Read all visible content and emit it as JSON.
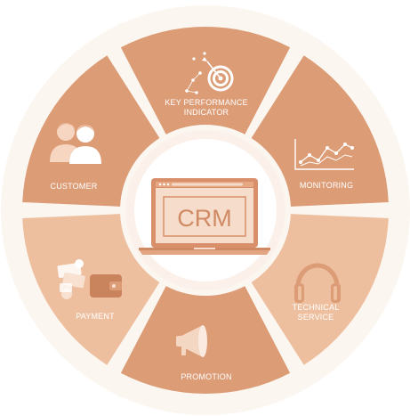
{
  "center": {
    "label": "CRM"
  },
  "segments": [
    {
      "id": "kpi",
      "lines": [
        "KEY PERFORMANCE",
        "INDICATOR"
      ],
      "icon": "target-icon"
    },
    {
      "id": "monitoring",
      "lines": [
        "MONITORING"
      ],
      "icon": "line-chart-icon"
    },
    {
      "id": "technical-service",
      "lines": [
        "TECHNICAL",
        "SERVICE"
      ],
      "icon": "headphones-icon"
    },
    {
      "id": "promotion",
      "lines": [
        "PROMOTION"
      ],
      "icon": "megaphone-icon"
    },
    {
      "id": "payment",
      "lines": [
        "PAYMENT"
      ],
      "icon": "wallet-money-icon"
    },
    {
      "id": "customer",
      "lines": [
        "CUSTOMER"
      ],
      "icon": "people-icon"
    }
  ],
  "colors": {
    "dark": "#dc9c76",
    "light": "#eebf9f",
    "ring": "#fbf1ea",
    "icon_white": "#ffffff",
    "laptop": "#d9906a",
    "screen": "#f6dccb"
  }
}
